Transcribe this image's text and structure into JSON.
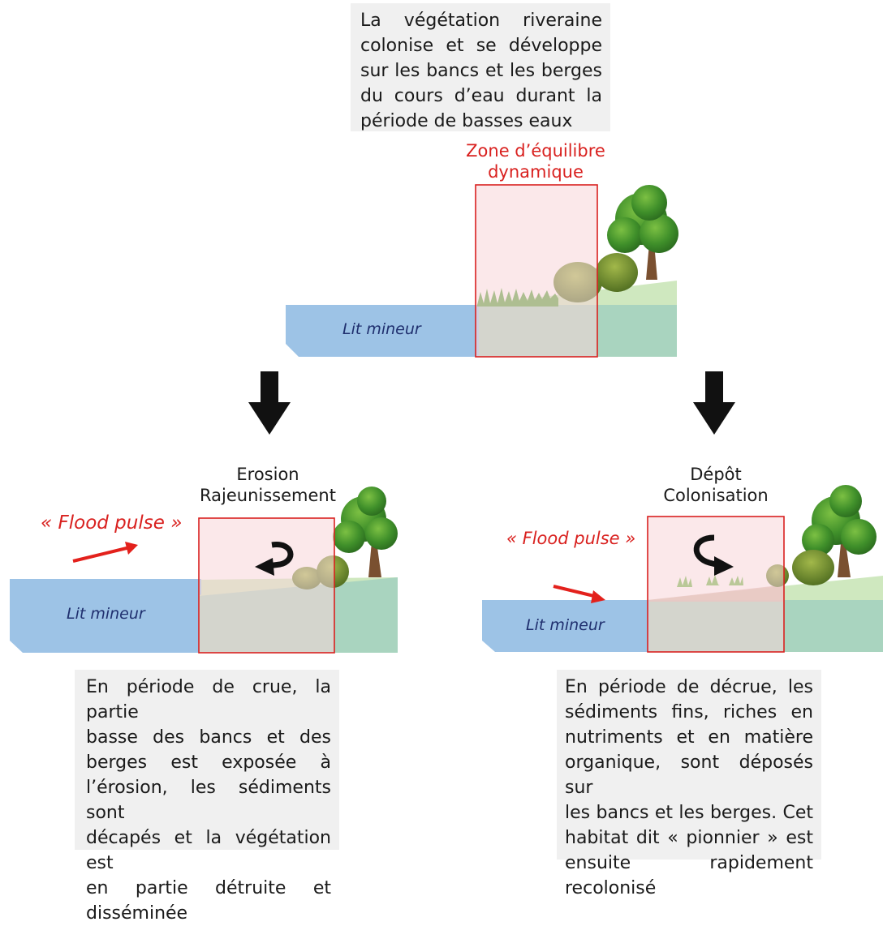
{
  "top": {
    "description_lines": [
      "La végétation riveraine",
      "colonise et se développe",
      "sur les bancs et les berges",
      "du cours d’eau durant la",
      "période de basses eaux"
    ],
    "zone_label_lines": [
      "Zone d’équilibre",
      "dynamique"
    ],
    "channel_label": "Lit mineur"
  },
  "left": {
    "title_lines": [
      "Erosion",
      "Rajeunissement"
    ],
    "flood_label": "« Flood pulse »",
    "channel_label": "Lit mineur",
    "description_lines": [
      "En période de crue, la partie",
      "basse des bancs et des",
      "berges est exposée à",
      "l’érosion, les sédiments sont",
      "décapés et la végétation est",
      "en partie détruite et",
      "disséminée"
    ]
  },
  "right": {
    "title_lines": [
      "Dépôt",
      "Colonisation"
    ],
    "flood_label": "« Flood pulse »",
    "channel_label": "Lit mineur",
    "description_lines": [
      "En période de décrue, les",
      "sédiments fins, riches en",
      "nutriments et en matière",
      "organique, sont déposés sur",
      "les bancs et les berges. Cet",
      "habitat dit « pionnier » est",
      "ensuite rapidement",
      "recolonisé"
    ]
  },
  "colors": {
    "water": "#9dc3e6",
    "bank": "#a9d4bf",
    "highlight_fill": "#f8d5d9",
    "highlight_border": "#d9211f",
    "flood_red": "#e3211c",
    "foliage": "#4f9a2e",
    "trunk": "#7a5030"
  }
}
